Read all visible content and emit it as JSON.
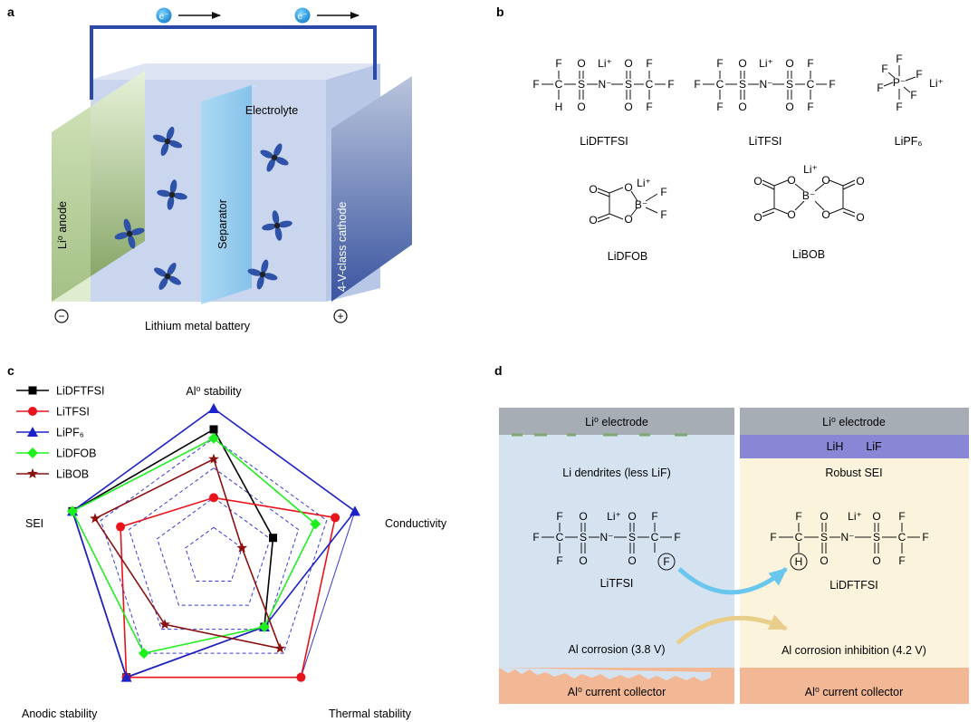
{
  "panel_labels": {
    "a": "a",
    "b": "b",
    "c": "c",
    "d": "d"
  },
  "panel_a": {
    "electron_label": "e⁻",
    "electrolyte": "Electrolyte",
    "separator": "Separator",
    "anode_label": "Li⁰ anode",
    "cathode_label": "4-V-class cathode",
    "minus_sign": "−",
    "plus_sign": "+",
    "caption": "Lithium metal battery"
  },
  "panel_b": {
    "salts": [
      "LiDFTFSI",
      "LiTFSI",
      "LiPF₆",
      "LiDFOB",
      "LiBOB"
    ],
    "atoms": {
      "F": "F",
      "H": "H",
      "C": "C",
      "S": "S",
      "O": "O",
      "N": "N⁻",
      "Li": "Li⁺",
      "P": "P⁻",
      "B": "B⁻"
    }
  },
  "panel_c": {
    "axes": [
      "Al⁰ stability",
      "Conductivity",
      "Thermal stability",
      "Anodic stability",
      "SEI"
    ],
    "legend": [
      "LiDFTFSI",
      "LiTFSI",
      "LiPF₆",
      "LiDFOB",
      "LiBOB"
    ]
  },
  "chart_data": {
    "type": "radar",
    "axes": [
      "Al⁰ stability",
      "Conductivity",
      "Thermal stability",
      "Anodic stability",
      "SEI"
    ],
    "scale_max": 5,
    "grid_levels": [
      1,
      2,
      3,
      4,
      5
    ],
    "series": [
      {
        "name": "LiDFTFSI",
        "color": "#000000",
        "marker": "square",
        "values": [
          4.3,
          2.1,
          2.9,
          5,
          5
        ]
      },
      {
        "name": "LiTFSI",
        "color": "#e8141b",
        "marker": "circle",
        "values": [
          2.0,
          4.3,
          5,
          5,
          3.3
        ]
      },
      {
        "name": "LiPF₆",
        "color": "#1c22c8",
        "marker": "triangle",
        "values": [
          5,
          5,
          2.9,
          5,
          5
        ]
      },
      {
        "name": "LiDFOB",
        "color": "#1ef01e",
        "marker": "diamond",
        "values": [
          4.0,
          3.6,
          2.9,
          4.0,
          5
        ]
      },
      {
        "name": "LiBOB",
        "color": "#8b1010",
        "marker": "star",
        "values": [
          3.3,
          1.0,
          3.8,
          2.8,
          4.2
        ]
      }
    ]
  },
  "panel_d": {
    "left": {
      "electrode": "Li⁰ electrode",
      "dendrites": "Li dendrites (less LiF)",
      "salt": "LiTFSI",
      "corrosion": "Al corrosion (3.8 V)",
      "collector": "Al⁰ current collector"
    },
    "right": {
      "electrode": "Li⁰ electrode",
      "lih": "LiH",
      "lif": "LiF",
      "sei": "Robust SEI",
      "salt": "LiDFTFSI",
      "inhibition": "Al corrosion inhibition (4.2 V)",
      "collector": "Al⁰ current collector"
    }
  },
  "colors": {
    "anode": "#9cc07a",
    "cathode": "#3f63ad",
    "circuit": "#2b4aa8",
    "electrolyte": "#c9d6ee",
    "separator": "#8ecbef",
    "molecule": "#2e52a8",
    "d_left_bg": "#d5e3f1",
    "d_right_bg": "#fbf3dc",
    "d_electrode": "#a7adb4",
    "d_lih_lif": "#8a86d6",
    "d_collector": "#f2b896",
    "arrow_blue": "#69c6ec",
    "arrow_yellow": "#e9cd8a"
  }
}
